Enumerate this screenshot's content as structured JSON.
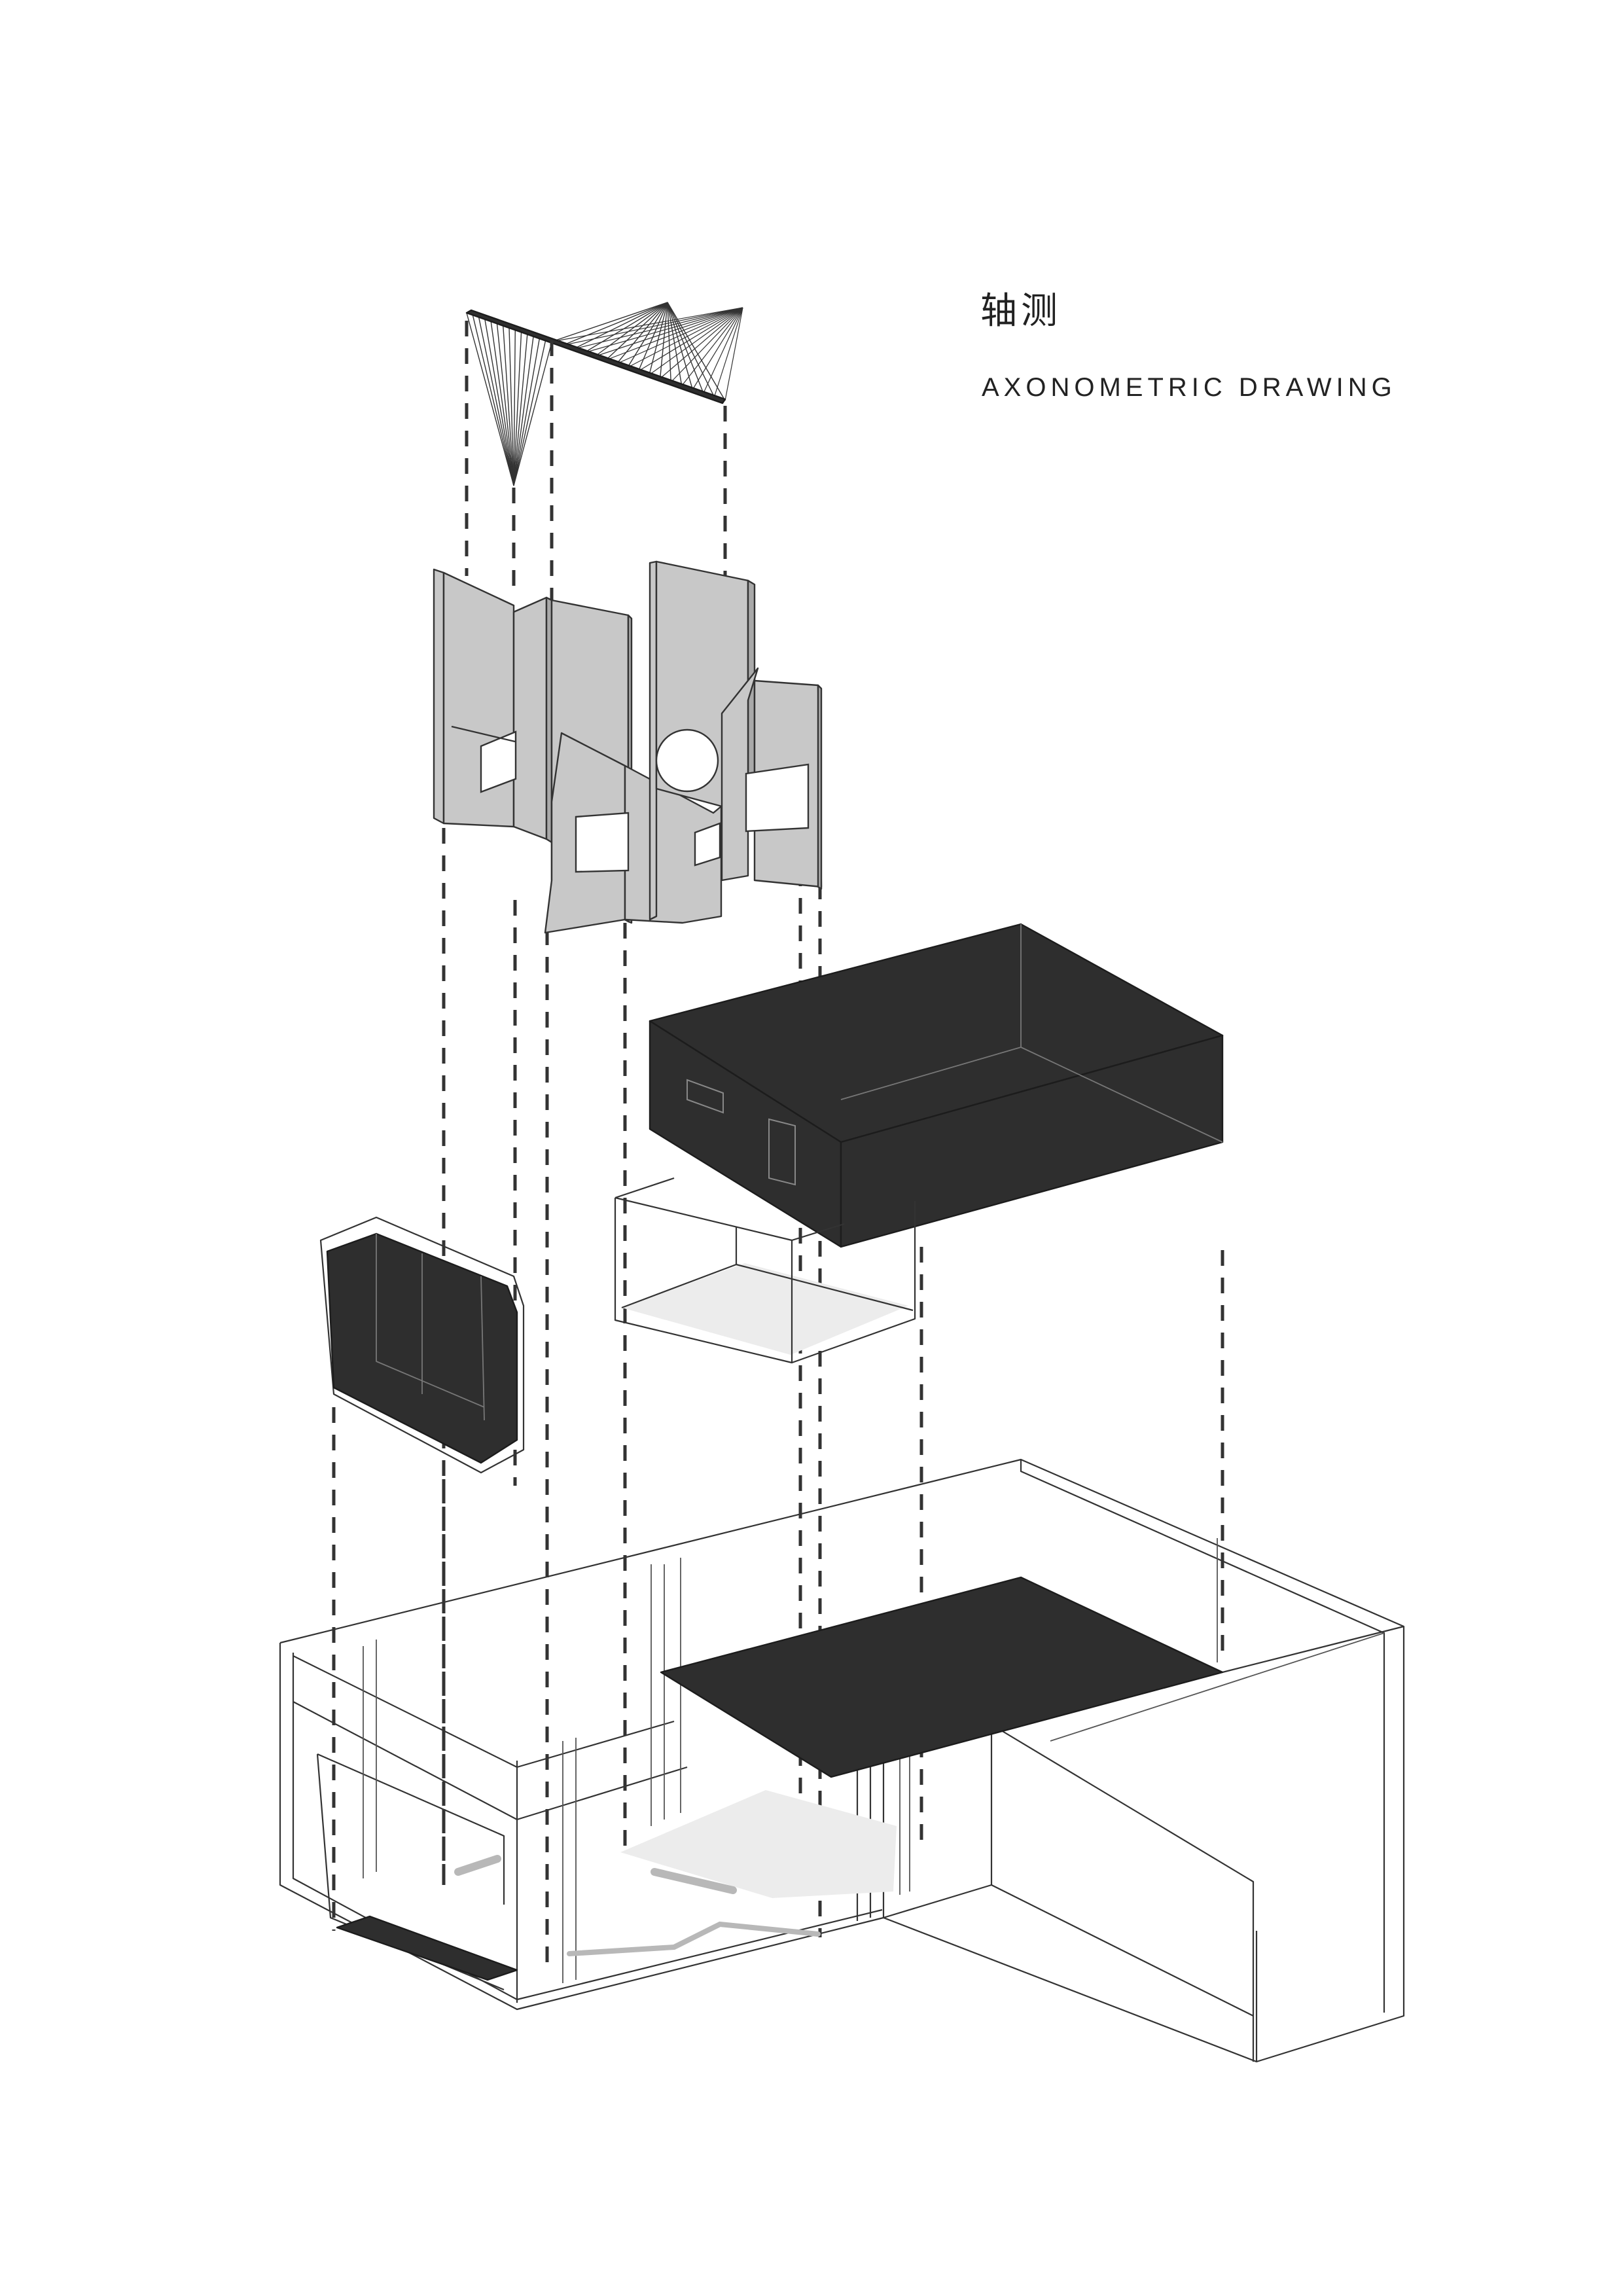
{
  "title": {
    "zh": "轴测",
    "en": "AXONOMETRIC DRAWING"
  },
  "colors": {
    "background": "#ffffff",
    "line": "#333333",
    "screen_fill": "#c8c8c8",
    "solid_fill": "#2e2e2e",
    "floor_tint": "#ececec"
  },
  "components": [
    "fan-sculpture",
    "folding-screen",
    "upper-box-volume",
    "glass-room",
    "wall-panel",
    "base-shell"
  ]
}
